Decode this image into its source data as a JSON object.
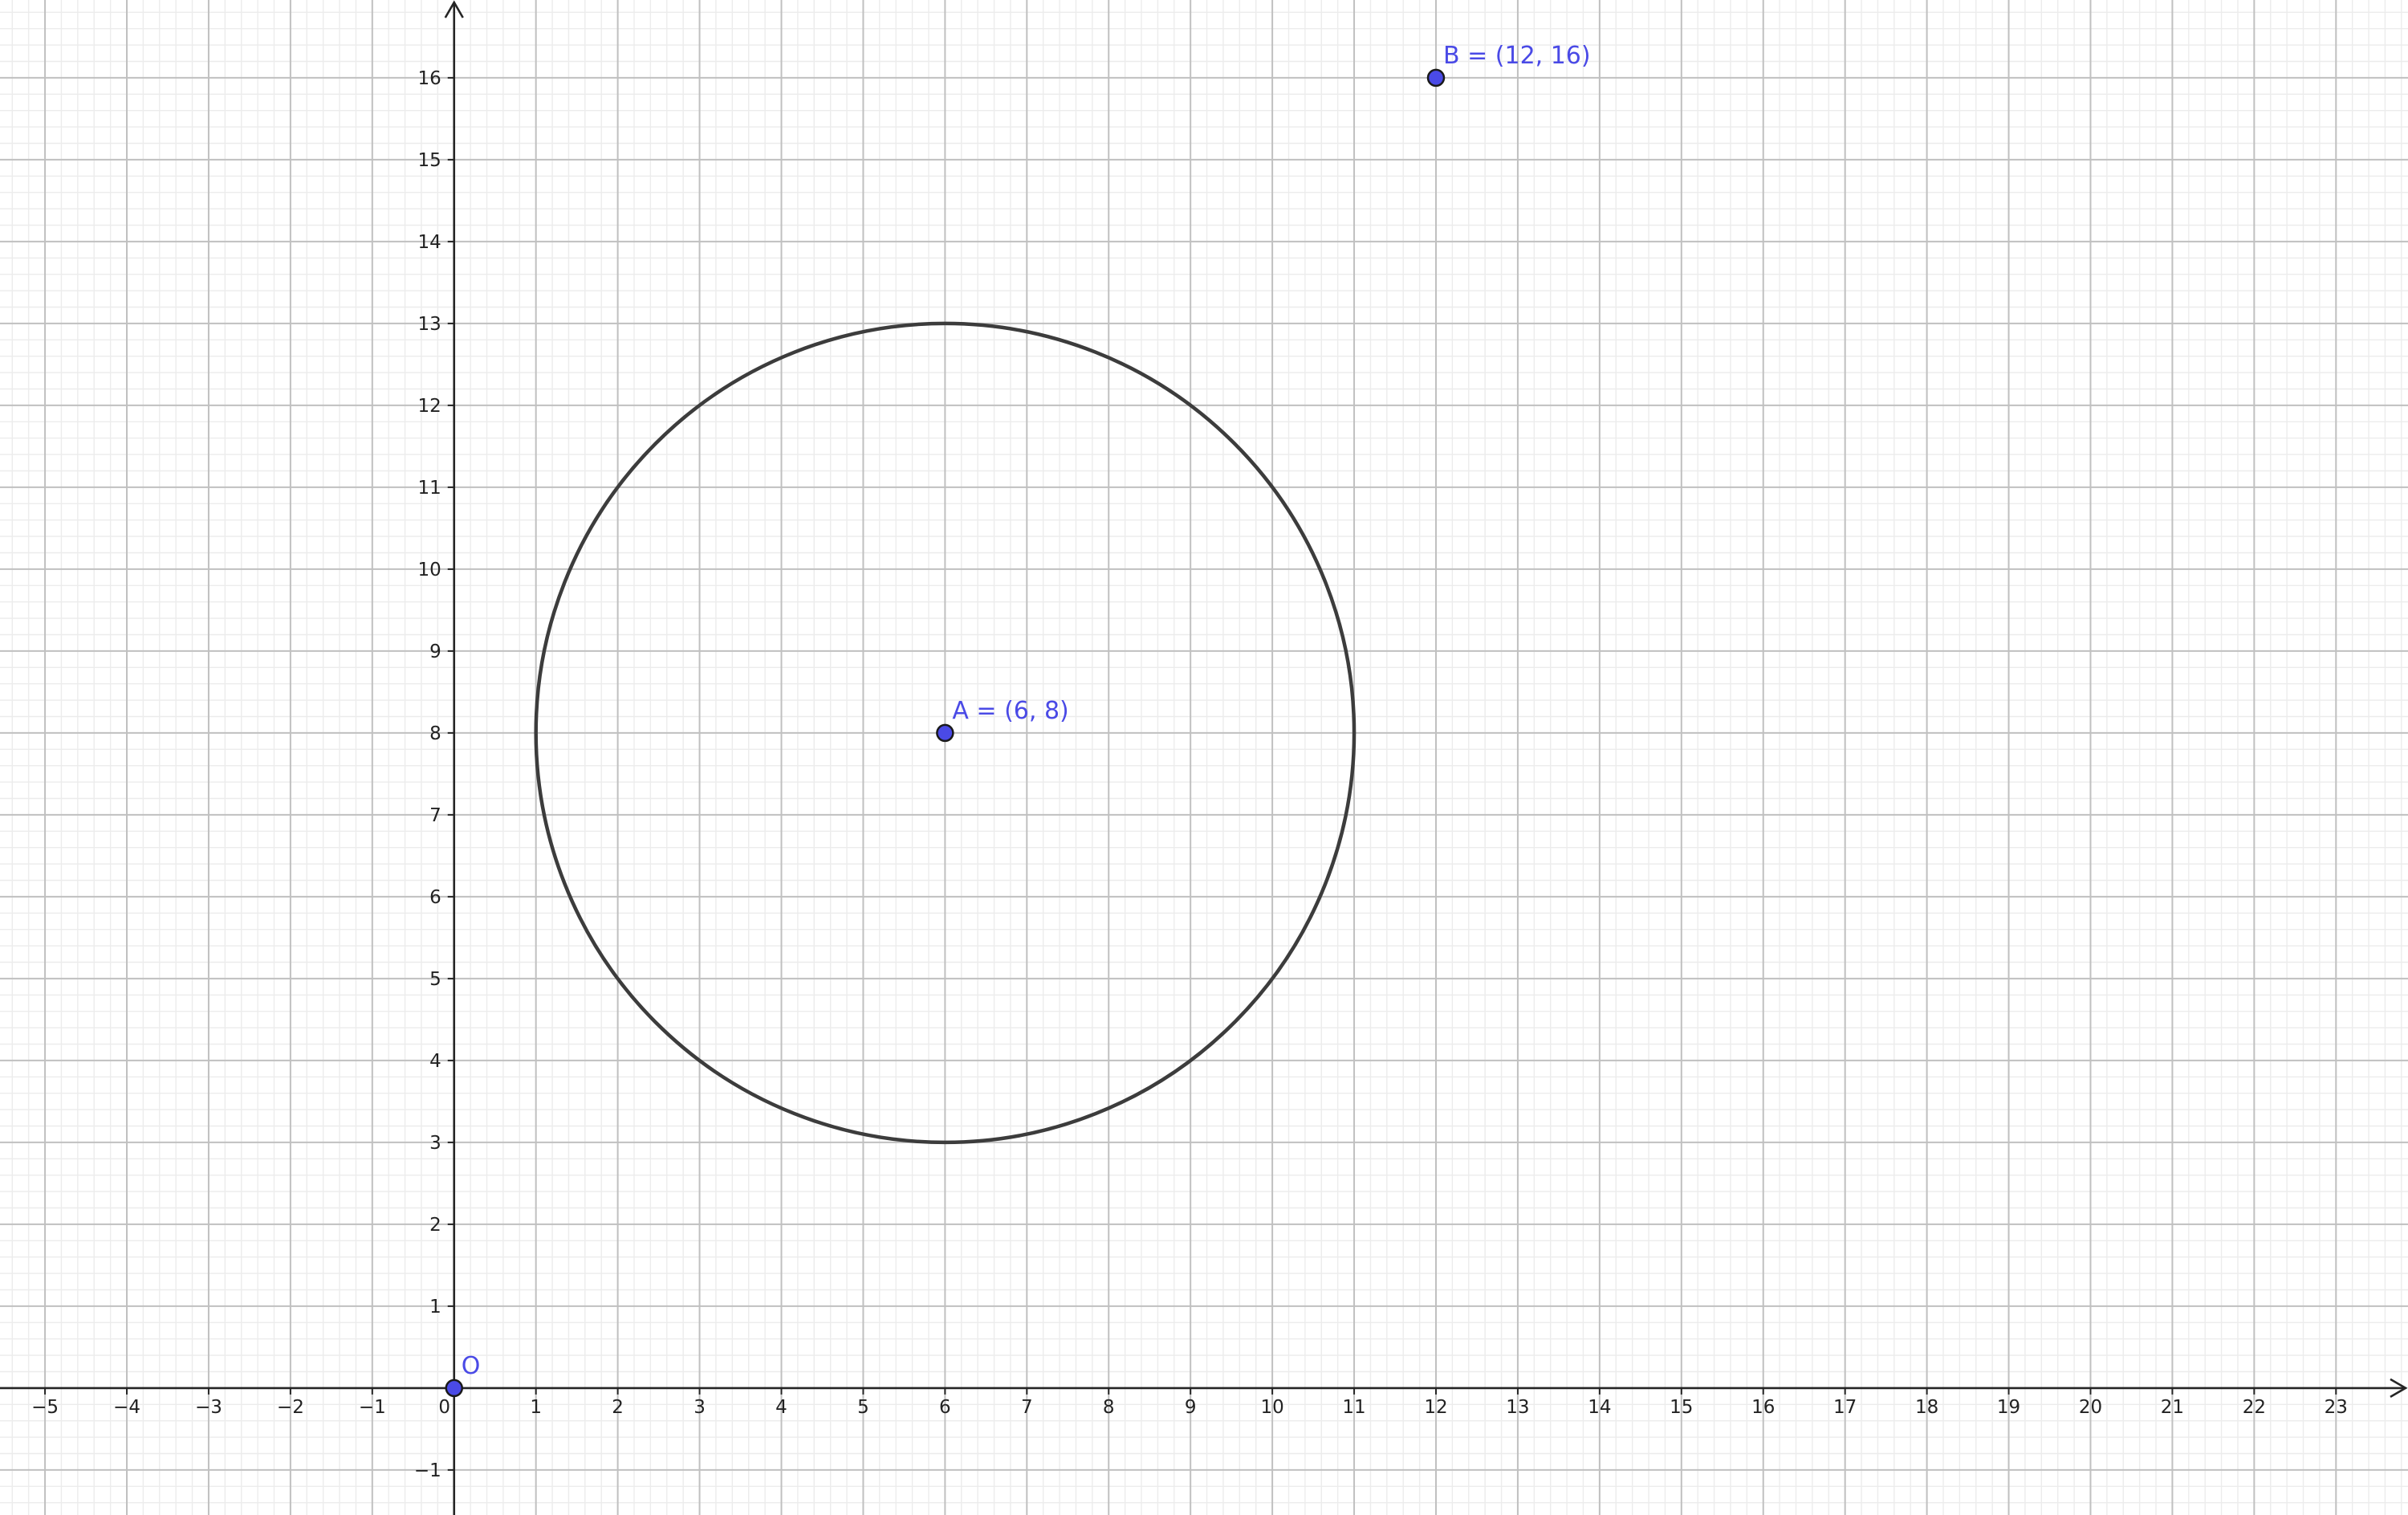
{
  "view": {
    "xmin": -5.55,
    "xmax": 23.88,
    "ymin": -1.55,
    "ymax": 16.95,
    "minor_grid_per_unit": 5
  },
  "colors": {
    "background": "#ffffff",
    "grid_major": "#c0c0c0",
    "grid_minor": "#ececec",
    "axis": "#252525",
    "circle": "#3c3c3c",
    "point_fill": "#4a4ae6",
    "point_stroke": "#1a1a1a",
    "label": "#4a4ae6"
  },
  "axes": {
    "x_ticks": [
      -5,
      -4,
      -3,
      -2,
      -1,
      0,
      1,
      2,
      3,
      4,
      5,
      6,
      7,
      8,
      9,
      10,
      11,
      12,
      13,
      14,
      15,
      16,
      17,
      18,
      19,
      20,
      21,
      22,
      23
    ],
    "y_ticks": [
      -1,
      1,
      2,
      3,
      4,
      5,
      6,
      7,
      8,
      9,
      10,
      11,
      12,
      13,
      14,
      15,
      16
    ],
    "origin_label": "0"
  },
  "circle": {
    "center": [
      6,
      8
    ],
    "radius": 5
  },
  "points": [
    {
      "id": "A",
      "x": 6,
      "y": 8,
      "label": "A = (6, 8)"
    },
    {
      "id": "B",
      "x": 12,
      "y": 16,
      "label": "B = (12, 16)"
    },
    {
      "id": "O",
      "x": 0,
      "y": 0,
      "label": "O"
    }
  ]
}
